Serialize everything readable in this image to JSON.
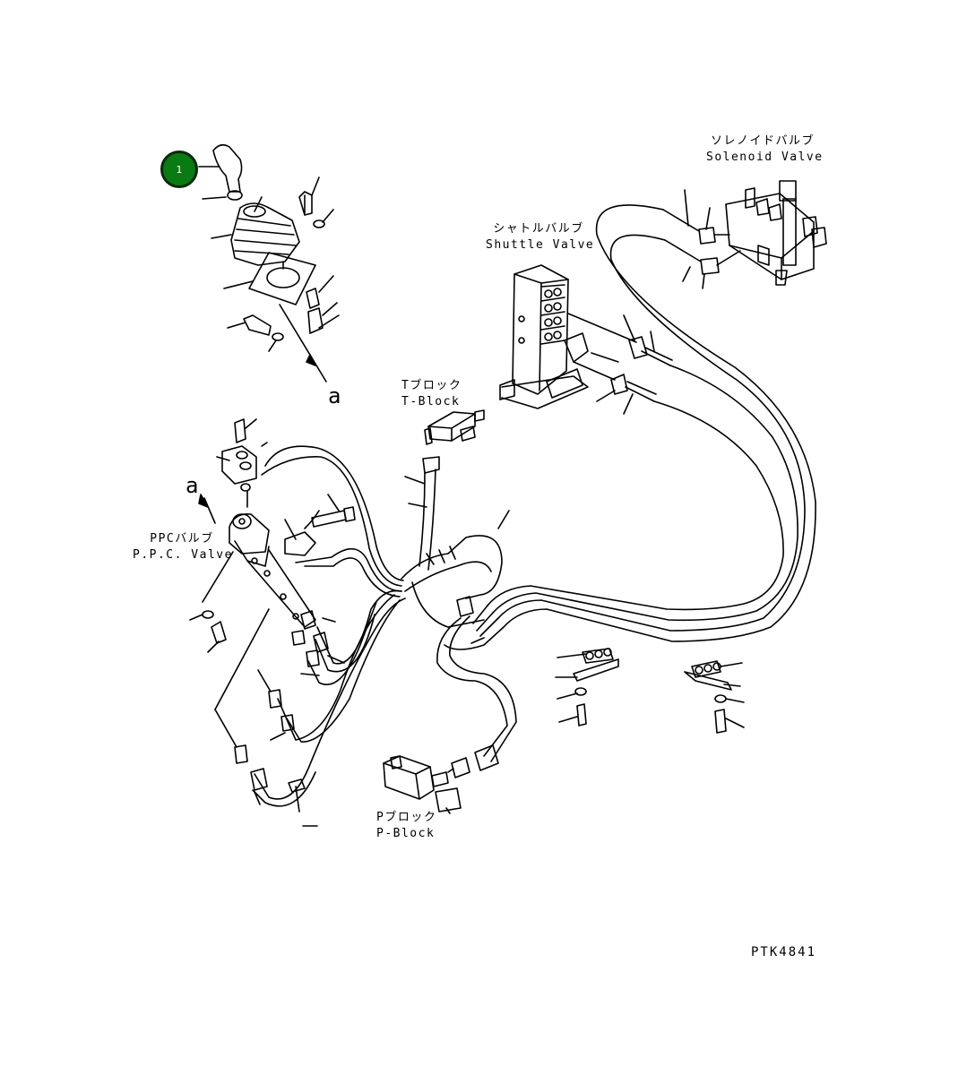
{
  "callout": {
    "number": "1",
    "color": "#0a7a12"
  },
  "labels": {
    "solenoid_valve_jp": "ソレノイドバルブ",
    "solenoid_valve_en": "Solenoid Valve",
    "shuttle_valve_jp": "シャトルバルブ",
    "shuttle_valve_en": "Shuttle Valve",
    "t_block_jp": "Tブロック",
    "t_block_en": "T-Block",
    "ppc_valve_jp": "PPCバルブ",
    "ppc_valve_en": "P.P.C. Valve",
    "p_block_jp": "Pブロック",
    "p_block_en": "P-Block",
    "view_letter_top": "a",
    "view_letter_ppc": "a"
  },
  "reference_code": "PTK4841",
  "colors": {
    "line": "#000000",
    "background": "#ffffff",
    "callout_fill": "#0a7a12"
  }
}
